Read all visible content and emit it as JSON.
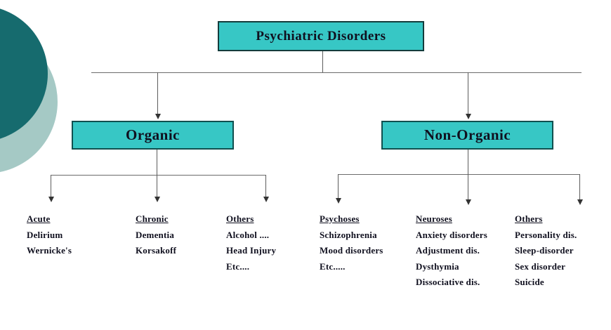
{
  "diagram": {
    "root_label": "Psychiatric Disorders",
    "branches": [
      {
        "label": "Organic",
        "groups": [
          {
            "heading": "Acute",
            "items": [
              "Delirium",
              "Wernicke's"
            ]
          },
          {
            "heading": "Chronic",
            "items": [
              "Dementia",
              "Korsakoff"
            ]
          },
          {
            "heading": "Others",
            "items": [
              "Alcohol ....",
              "Head Injury",
              "Etc...."
            ]
          }
        ]
      },
      {
        "label": "Non-Organic",
        "groups": [
          {
            "heading": "Psychoses",
            "items": [
              "Schizophrenia",
              "Mood disorders",
              "Etc....."
            ]
          },
          {
            "heading": "Neuroses",
            "items": [
              "Anxiety disorders",
              "Adjustment dis.",
              "Dysthymia",
              "Dissociative dis."
            ]
          },
          {
            "heading": "Others",
            "items": [
              "Personality dis.",
              "Sleep-disorder",
              "Sex disorder",
              "Suicide"
            ]
          }
        ]
      }
    ],
    "colors": {
      "node_fill": "#37c7c5",
      "node_border": "#10504f",
      "connector_line": "#5c5c5c",
      "text": "#10101f",
      "decorative_circle_dark": "#166b6e",
      "decorative_circle_light": "#a5c9c5",
      "background": "#ffffff"
    }
  }
}
